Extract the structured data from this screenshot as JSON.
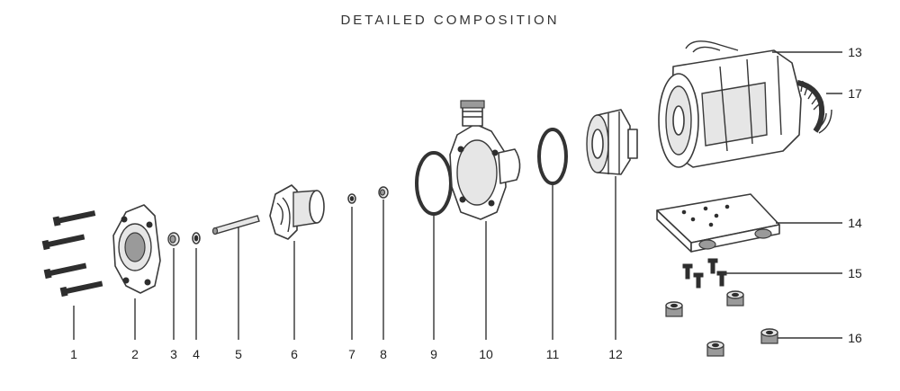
{
  "title": "DETAILED COMPOSITION",
  "callouts": {
    "c1": "1",
    "c2": "2",
    "c3": "3",
    "c4": "4",
    "c5": "5",
    "c6": "6",
    "c7": "7",
    "c8": "8",
    "c9": "9",
    "c10": "10",
    "c11": "11",
    "c12": "12",
    "c13": "13",
    "c14": "14",
    "c15": "15",
    "c16": "16",
    "c17": "17"
  }
}
